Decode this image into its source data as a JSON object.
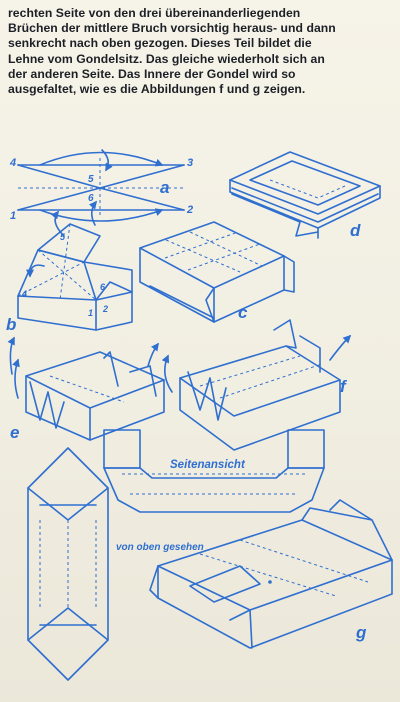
{
  "paragraph": {
    "line1": "rechten Seite von den drei übereinanderliegenden",
    "line2_a": "Brüchen der mittlere Bruch ",
    "line2_bold": "vorsichtig",
    "line2_b": " heraus- und dann",
    "line3": "senkrecht nach oben gezogen. Dieses Teil bildet die",
    "line4": "Lehne vom Gondelsitz. Das gleiche wiederholt sich an",
    "line5": "der anderen Seite. Das Innere der Gondel wird so",
    "line6": "ausgefaltet, wie es die Abbildungen f und g zeigen."
  },
  "figure_labels": {
    "a": "a",
    "b": "b",
    "c": "c",
    "d": "d",
    "e": "e",
    "f": "f",
    "g": "g"
  },
  "diagram_a_numbers": {
    "n1": "1",
    "n2": "2",
    "n3": "3",
    "n4": "4",
    "n5": "5",
    "n6": "6"
  },
  "diagram_b_numbers": {
    "n4": "4",
    "n5": "5",
    "n6": "6",
    "n1": "1",
    "n2": "2"
  },
  "captions": {
    "side_view": "Seitenansicht",
    "top_view": "von oben gesehen"
  },
  "colors": {
    "ink": "#2f6fd0",
    "text": "#1c2026",
    "paper": "#f3f0e4"
  }
}
